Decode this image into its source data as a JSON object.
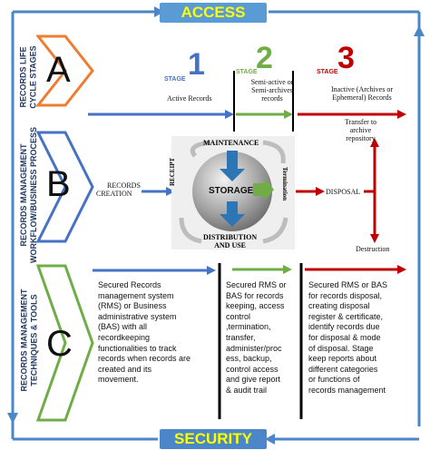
{
  "banners": {
    "top": "ACCESS",
    "bottom": "SECURITY"
  },
  "rows": [
    {
      "letter": "A",
      "label_line1": "RECORDS LIFE",
      "label_line2": "CYCLE STAGES"
    },
    {
      "letter": "B",
      "label_line1": "RECORDS MANAGEMENT",
      "label_line2": "WORKFLOW/BUSINESS PROCESS"
    },
    {
      "letter": "C",
      "label_line1": "RECORDS MANAGEMENT",
      "label_line2": "TECHNIQUES & TOOLS"
    }
  ],
  "stages": [
    {
      "prefix": "STAGE",
      "number": "1",
      "desc": "Active Records",
      "color": "#4472c4"
    },
    {
      "prefix": "STAGE",
      "number": "2",
      "desc_l1": "Semi-active or",
      "desc_l2": "Semi-archives",
      "desc_l3": "records",
      "color": "#70ad47"
    },
    {
      "prefix": "STAGE",
      "number": "3",
      "desc_l1": "Inactive (Archives or",
      "desc_l2": "Ephemeral) Records",
      "color": "#c00000"
    }
  ],
  "workflow": {
    "records_creation_l1": "RECORDS",
    "records_creation_l2": "CREATION",
    "maintenance": "MAINTENANCE",
    "storage": "STORAGE",
    "receipt": "RECEIPT",
    "termination": "Termination",
    "distribution_l1": "DISTRIBUTION",
    "distribution_l2": "AND USE",
    "disposal": "DISPOSAL",
    "transfer_l1": "Transfer to",
    "transfer_l2": "archive",
    "transfer_l3": "repository",
    "destruction": "Destruction"
  },
  "tools": {
    "box1": [
      "Secured Records",
      "management system",
      "(RMS) or Business",
      "administrative system",
      "(BAS) with all",
      "recordkeeping",
      "functionalities to track",
      "records when records are",
      "created and its",
      "movement."
    ],
    "box2": [
      "Secured RMS or",
      "BAS for records",
      "keeping, access",
      "control",
      ",termination,",
      "transfer,",
      "administer/proc",
      "ess, backup,",
      "control access",
      "and give report",
      "& audit trail"
    ],
    "box3": [
      "Secured RMS or BAS",
      "for records disposal,",
      "creating disposal",
      "register & certificate,",
      "identify records due",
      "for disposal & mode",
      "of disposal. Stage",
      "keep reports about",
      "different categories",
      "or functions of",
      "records management"
    ]
  },
  "colors": {
    "blue": "#4472c4",
    "green": "#70ad47",
    "red": "#c00000",
    "orange": "#ed7d31",
    "frame": "#4a86c8"
  }
}
